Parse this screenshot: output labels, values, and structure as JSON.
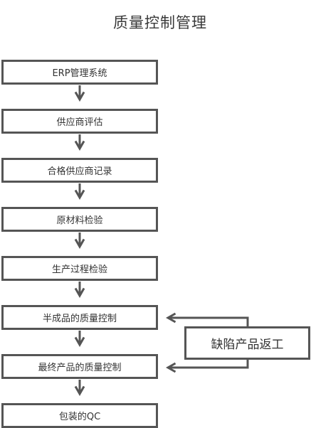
{
  "title": "质量控制管理",
  "steps": [
    "ERP管理系统",
    "供应商评估",
    "合格供应商记录",
    "原材料检验",
    "生产过程检验",
    "半成品的质量控制",
    "最终产品的质量控制",
    "包装的QC"
  ],
  "side_box": "缺陷产品返工",
  "colors": {
    "border": "#555555",
    "text": "#333333",
    "background": "#ffffff"
  }
}
